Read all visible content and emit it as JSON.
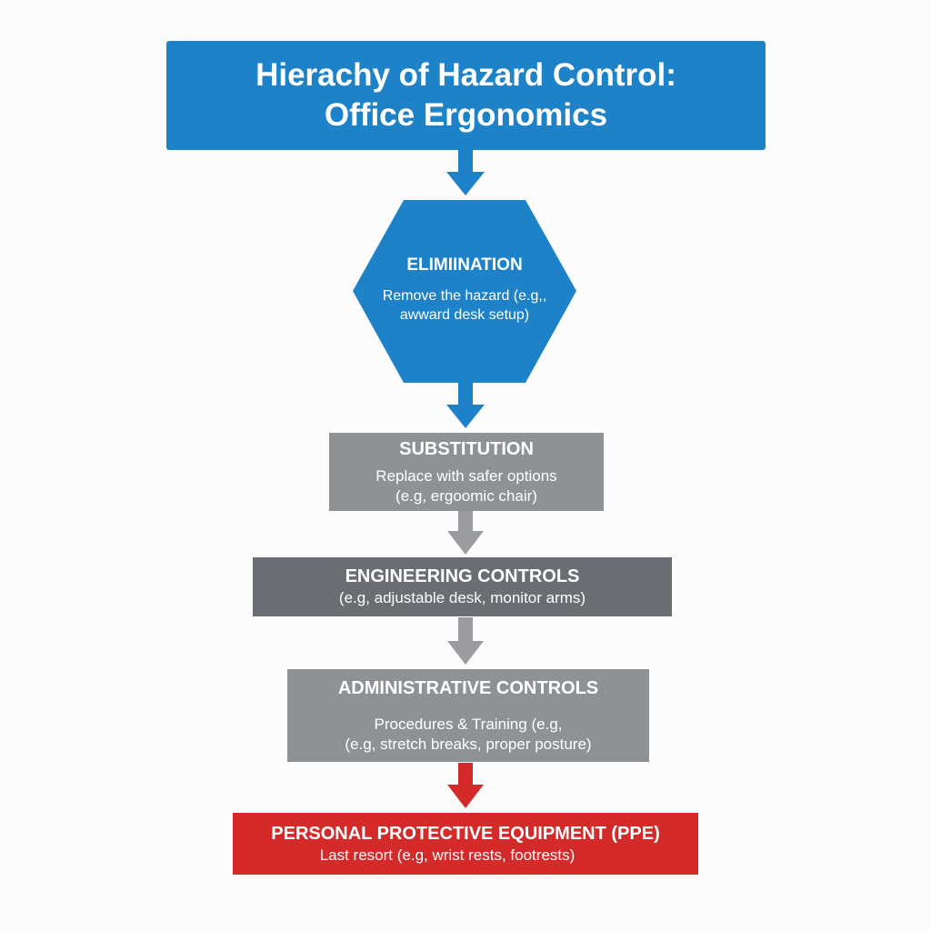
{
  "title": {
    "line1": "Hierachy of Hazard Control:",
    "line2": "Office Ergonomics"
  },
  "levels": [
    {
      "heading": "ELIMIINATION",
      "lines": [
        "Remove the hazard (e.g,,",
        "awward desk setup)"
      ],
      "color": "#1e82c8"
    },
    {
      "heading": "SUBSTITUTION",
      "lines": [
        "Replace with safer options",
        "(e.g, ergoomic chair)"
      ],
      "color": "#8f9295"
    },
    {
      "heading": "ENGINEERING CONTROLS",
      "lines": [
        "(e.g, adjustable desk, monitor arms)"
      ],
      "color": "#6a6d71"
    },
    {
      "heading": "ADMINISTRATIVE CONTROLS",
      "lines": [
        "Procedures & Training (e.g,",
        "(e.g, stretch breaks, proper posture)"
      ],
      "color": "#8f9295"
    },
    {
      "heading": "PERSONAL PROTECTIVE EQUIPMENT (PPE)",
      "lines": [
        "Last resort (e.g, wrist rests, footrests)"
      ],
      "color": "#d42a2a"
    }
  ],
  "arrow_colors": [
    "#1e82c8",
    "#1e82c8",
    "#9a9c9f",
    "#9a9c9f",
    "#d42a2a"
  ]
}
